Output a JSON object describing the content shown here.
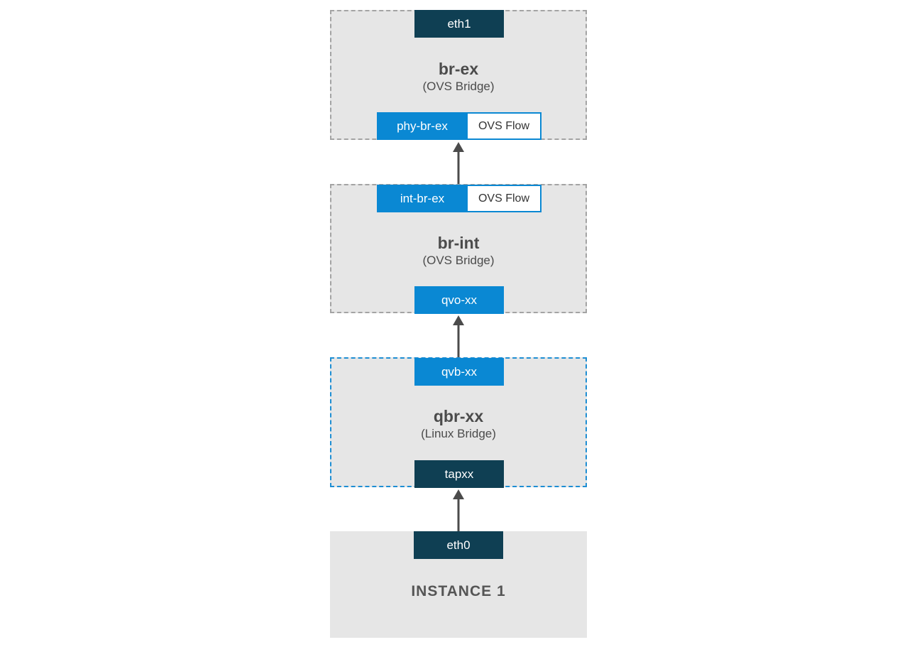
{
  "bridges": {
    "br_ex": {
      "name": "br-ex",
      "type": "(OVS Bridge)",
      "top_port": "eth1",
      "bottom_port": "phy-br-ex",
      "flow_label": "OVS Flow"
    },
    "br_int": {
      "name": "br-int",
      "type": "(OVS Bridge)",
      "top_port": "int-br-ex",
      "flow_label": "OVS Flow",
      "bottom_port": "qvo-xx"
    },
    "qbr": {
      "name": "qbr-xx",
      "type": "(Linux Bridge)",
      "top_port": "qvb-xx",
      "bottom_port": "tapxx"
    }
  },
  "instance": {
    "label": "INSTANCE 1",
    "port": "eth0"
  },
  "colors": {
    "dark_port": "#0f3f53",
    "blue_port": "#0a88d3",
    "box_fill": "#e6e6e6",
    "ovs_border": "#a3a3a3",
    "linux_border": "#1e8ed3",
    "arrow": "#4b4b4b"
  }
}
